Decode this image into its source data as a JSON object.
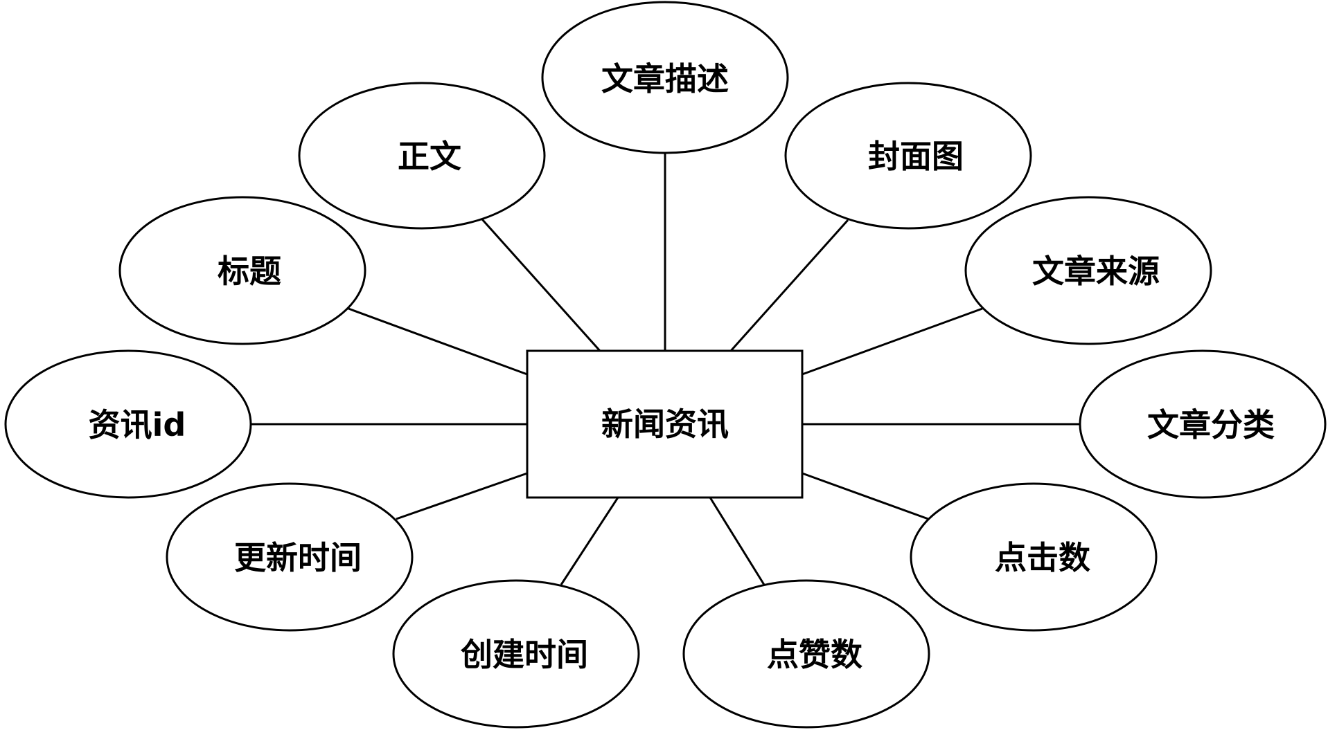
{
  "entity": {
    "label": "新闻资讯"
  },
  "attributes": [
    {
      "id": "description",
      "label": "文章描述"
    },
    {
      "id": "body",
      "label": "正文"
    },
    {
      "id": "cover-image",
      "label": "封面图"
    },
    {
      "id": "title",
      "label": "标题"
    },
    {
      "id": "source",
      "label": "文章来源"
    },
    {
      "id": "news-id",
      "label": "资讯id"
    },
    {
      "id": "category",
      "label": "文章分类"
    },
    {
      "id": "update-time",
      "label": "更新时间"
    },
    {
      "id": "clicks",
      "label": "点击数"
    },
    {
      "id": "create-time",
      "label": "创建时间"
    },
    {
      "id": "likes",
      "label": "点赞数"
    }
  ]
}
